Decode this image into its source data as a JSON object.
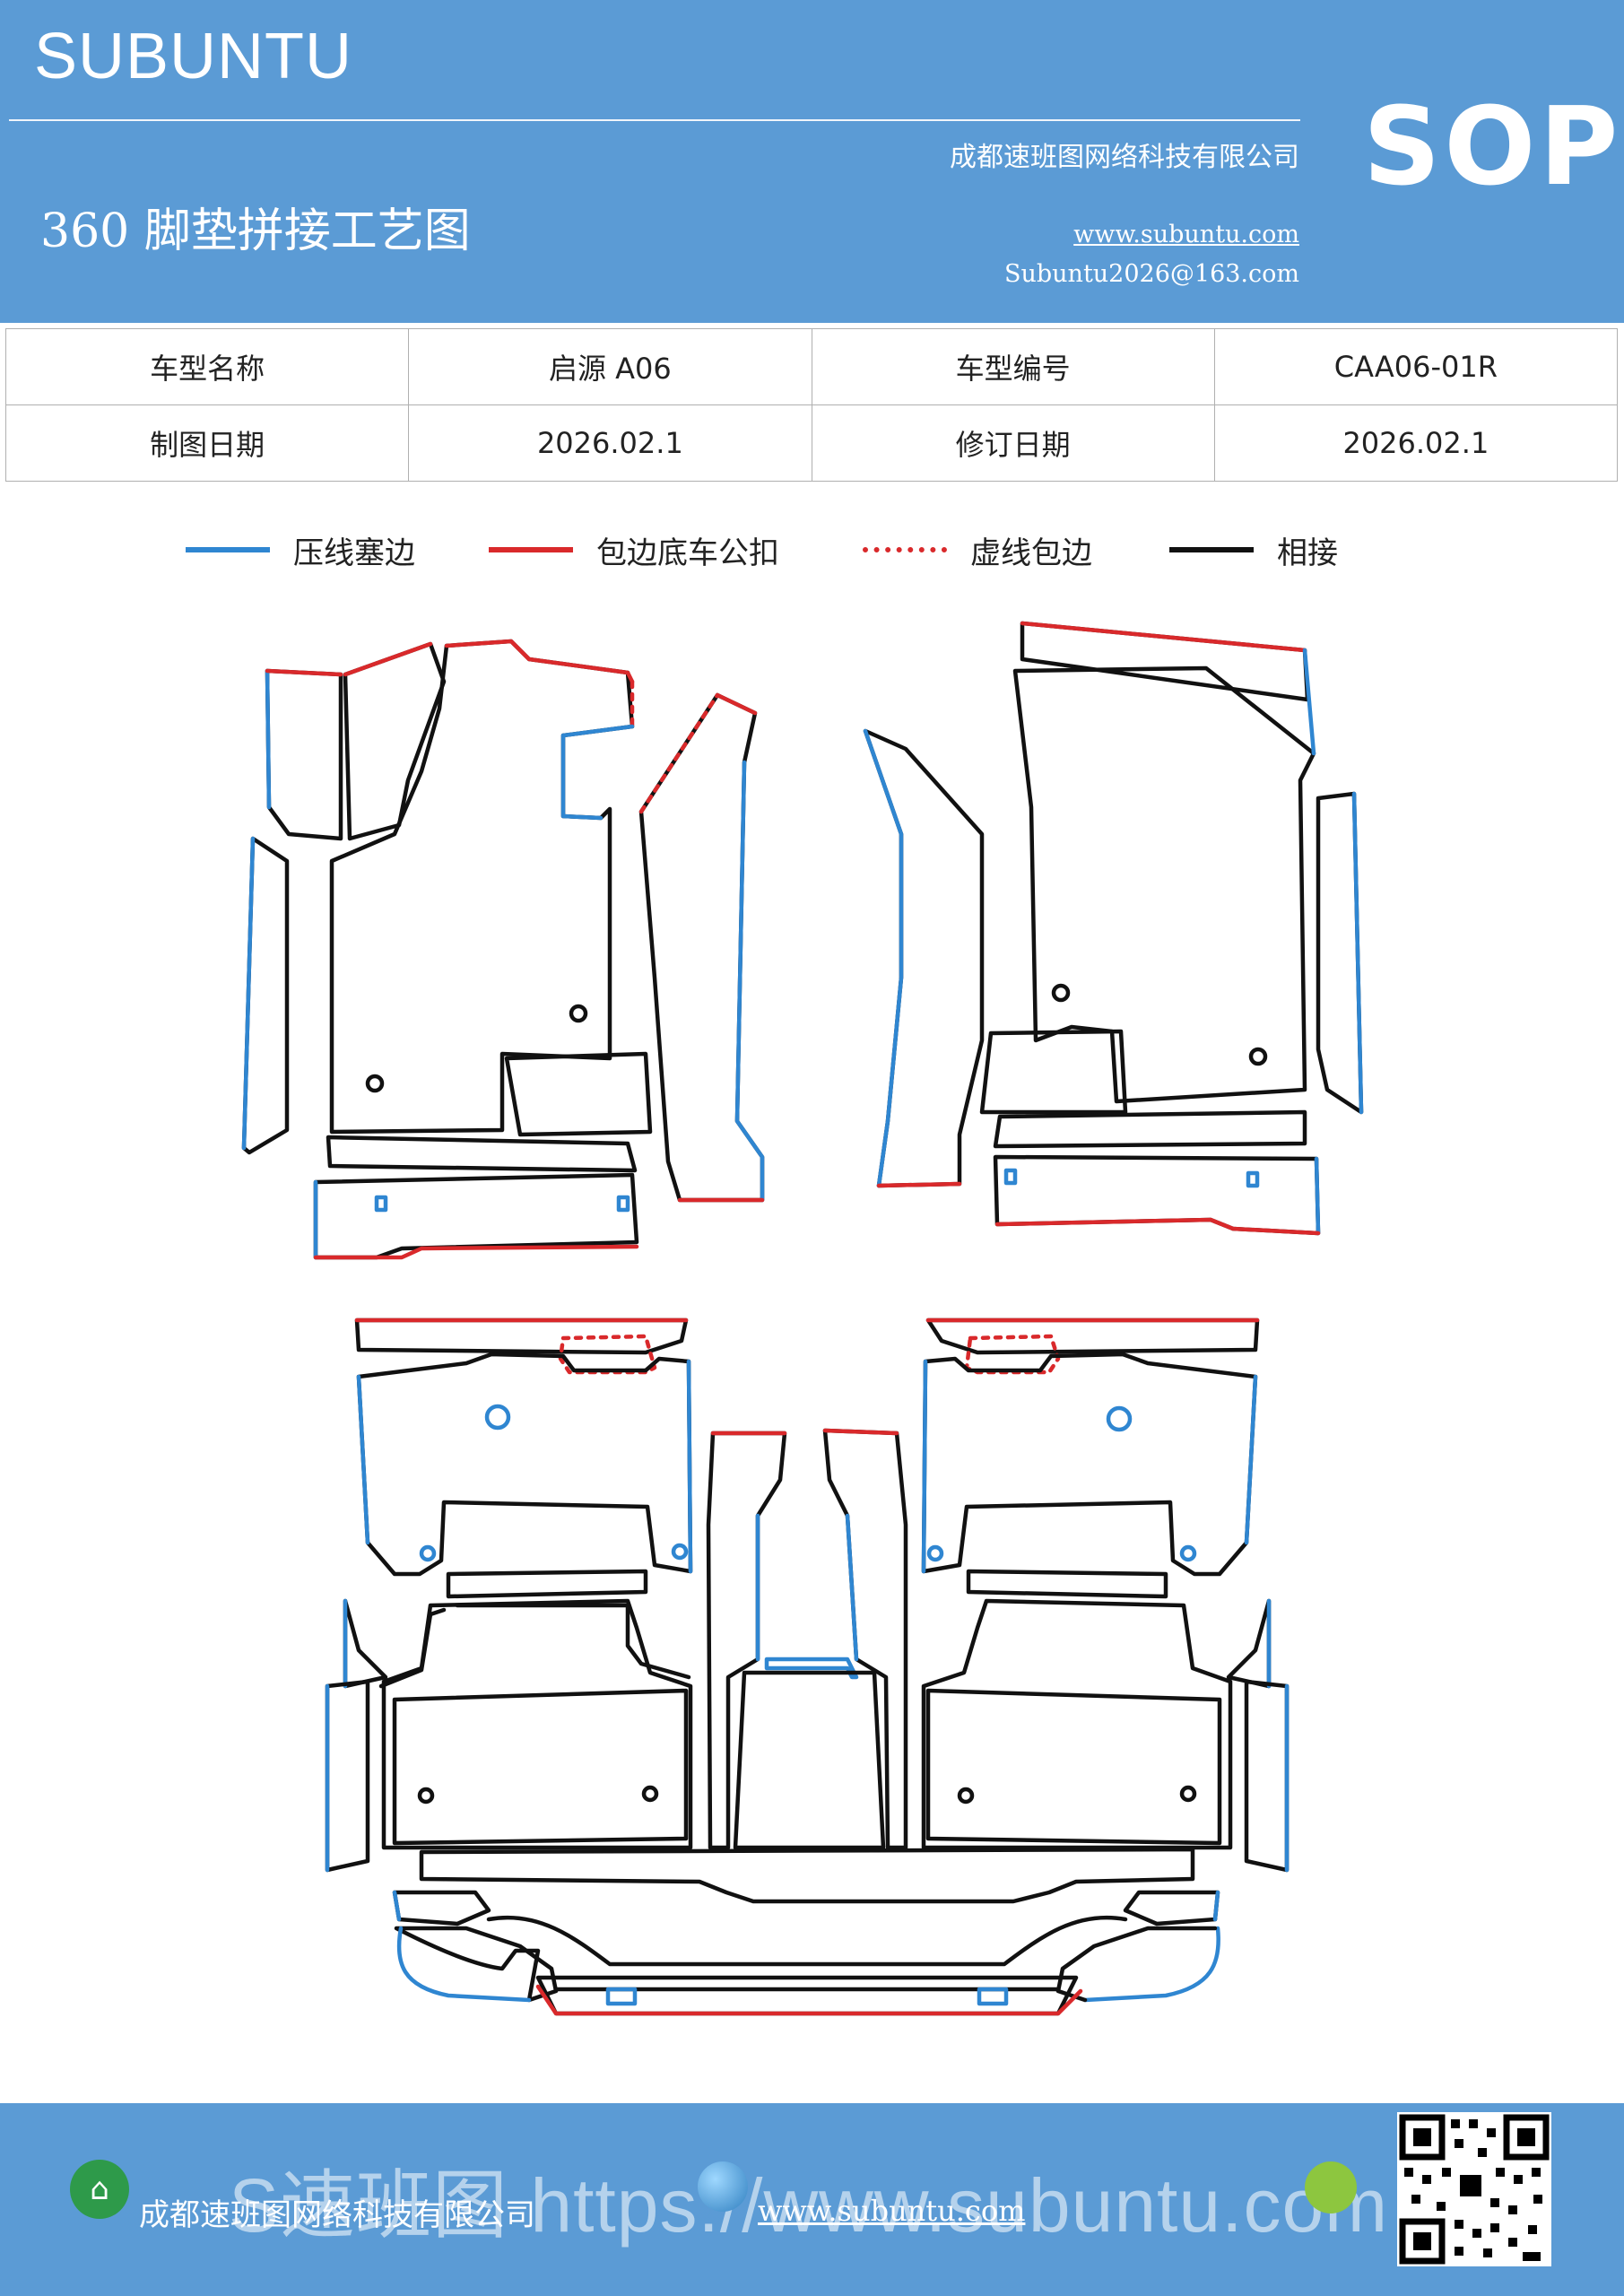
{
  "header": {
    "brand": "SUBUNTU",
    "badge": "SOP",
    "title": "360 脚垫拼接工艺图",
    "company": "成都速班图网络科技有限公司",
    "website": "www.subuntu.com",
    "email": "Subuntu2026@163.com",
    "color": "#5b9bd5"
  },
  "info_table": {
    "row1": {
      "label_a": "车型名称",
      "value_a": "启源 A06",
      "label_b": "车型编号",
      "value_b": "CAA06-01R"
    },
    "row2": {
      "label_a": "制图日期",
      "value_a": "2026.02.1",
      "label_b": "修订日期",
      "value_b": "2026.02.1"
    }
  },
  "legend": [
    {
      "label": "压线塞边",
      "color": "#2f86d1",
      "style": "solid"
    },
    {
      "label": "包边底车公扣",
      "color": "#d9292b",
      "style": "solid"
    },
    {
      "label": "虚线包边",
      "color": "#d9292b",
      "style": "dashed"
    },
    {
      "label": "相接",
      "color": "#111111",
      "style": "solid"
    }
  ],
  "footer": {
    "company": "成都速班图网络科技有限公司",
    "website": "www.subuntu.com",
    "watermark": "S速班图 https://www.subuntu.com"
  }
}
